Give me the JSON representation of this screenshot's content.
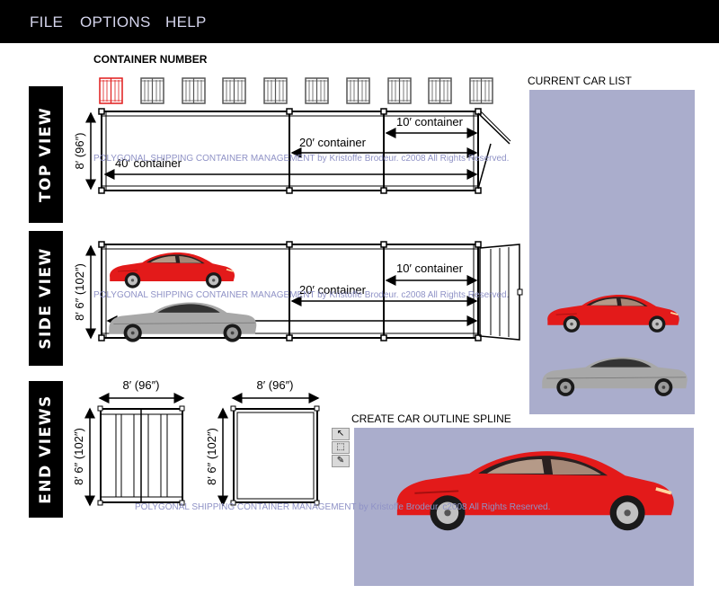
{
  "menu": {
    "file": "FILE",
    "options": "OPTIONS",
    "help": "HELP"
  },
  "container_number": {
    "title": "CONTAINER NUMBER",
    "count": 10,
    "selected_index": 0
  },
  "tabs": {
    "top_view": "TOP VIEW",
    "side_view": "SIDE VIEW",
    "end_views": "END VIEWS"
  },
  "top_view": {
    "height_label": "8′ (96″)",
    "label_10": "10′ container",
    "label_20": "20′ container",
    "label_40": "40′ container"
  },
  "side_view": {
    "height_label": "8′ 6″ (102″)",
    "label_10": "10′ container",
    "label_20": "20′ container"
  },
  "end_views": {
    "left_width": "8′ (96″)",
    "left_height": "8′ 6″ (102″)",
    "right_width": "8′ (96″)",
    "right_height": "8′ 6″ (102″)"
  },
  "watermark": "POLYGONAL SHIPPING CONTAINER MANAGEMENT by Kristoffe Brodeur. c2008 All Rights Reserved.",
  "car_list": {
    "title": "CURRENT CAR LIST",
    "cars": [
      "red sports coupe",
      "silver muscle car"
    ]
  },
  "spline": {
    "title": "CREATE CAR OUTLINE SPLINE"
  },
  "colors": {
    "menubar": "#000000",
    "menu_text": "#d4d4ec",
    "panel": "#aaadcc",
    "selected_container": "#e01b1b",
    "red_car": "#e31a1a",
    "silver_car": "#a8a8a8",
    "watermark": "#8f92c6"
  }
}
